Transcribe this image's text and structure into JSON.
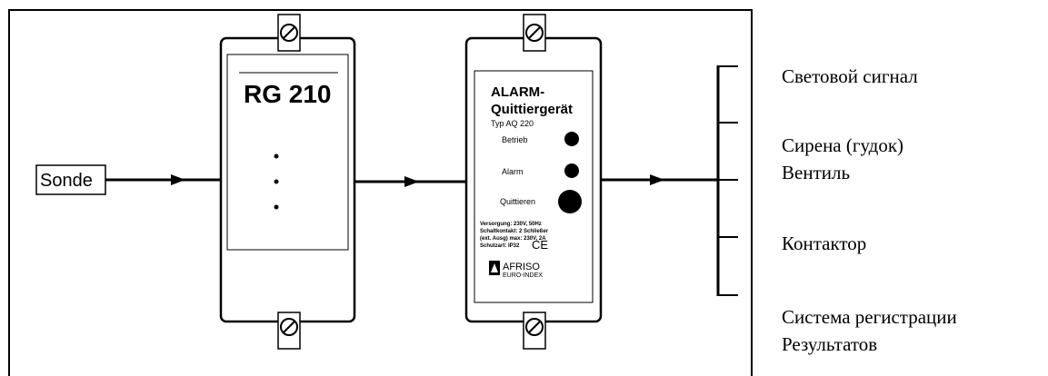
{
  "sonde": {
    "label": "Sonde"
  },
  "rg": {
    "label": "RG 210"
  },
  "alarm": {
    "title_line1": "ALARM-",
    "title_line2": "Quittiergerät",
    "type": "Typ AQ 220",
    "betrieb": "Betrieb",
    "alarm_label": "Alarm",
    "quittieren": "Quittieren",
    "spec1": "Versorgung: 230V, 50Hz",
    "spec2": "Schaltkontakt: 2 Schließer",
    "spec3": "(ext. Ausg) max: 230V, 2A",
    "spec4": "Schutzart: IP32",
    "ce": "CE",
    "brand1": "AFRISO",
    "brand2": "EURO-INDEX"
  },
  "outputs": {
    "light": "Световой сигнал",
    "siren": "Сирена (гудок)",
    "valve": "Вентиль",
    "contactor": "Контактор",
    "registration1": "Система регистрации",
    "registration2": "Результатов"
  }
}
